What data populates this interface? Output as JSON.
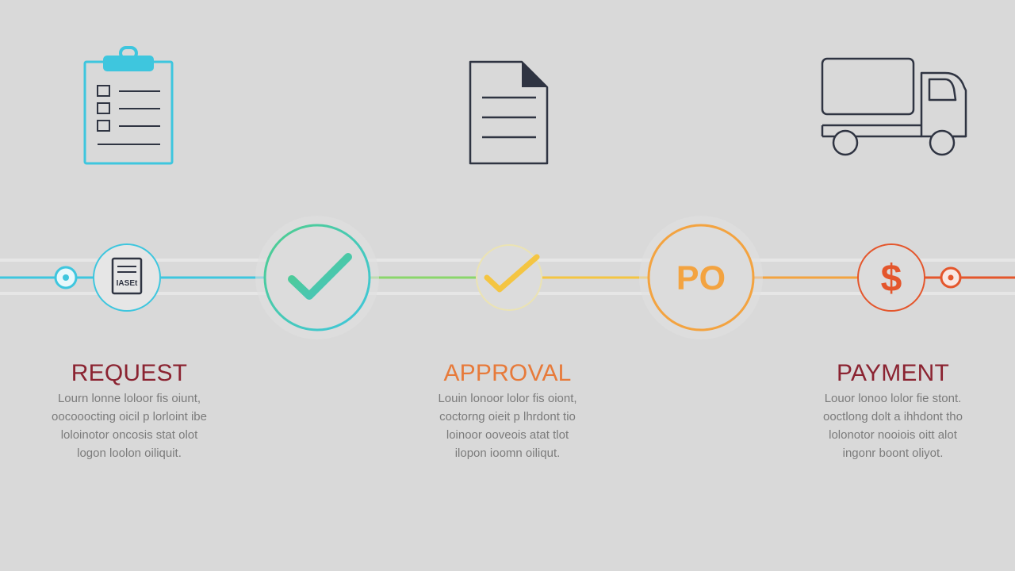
{
  "colors": {
    "background": "#d9d9d9",
    "cyan": "#3ec6de",
    "green": "#4fcd8c",
    "yellow": "#f4c542",
    "orange": "#f3a340",
    "red_orange": "#e4562c",
    "dark": "#2f3442",
    "title_red": "#8b2331",
    "title_orange": "#e77a3a",
    "body_gray": "#7b7b7b"
  },
  "top_icons": [
    {
      "name": "clipboard-checklist-icon"
    },
    {
      "name": "document-icon"
    },
    {
      "name": "delivery-truck-icon"
    }
  ],
  "timeline_nodes": [
    {
      "name": "start-dot-node"
    },
    {
      "name": "invoice-node",
      "label": "IASEt"
    },
    {
      "name": "approved-check-node"
    },
    {
      "name": "pending-check-node"
    },
    {
      "name": "purchase-order-node",
      "label": "PO"
    },
    {
      "name": "payment-node",
      "label": "$"
    },
    {
      "name": "end-dot-node"
    }
  ],
  "steps": [
    {
      "title": "REQUEST",
      "description": [
        "Lourn lonne loloor fis oiunt,",
        "oocooocting oicil p lorloint ibe",
        "loloinotor oncosis stat olot",
        "logon loolon oiliquit."
      ]
    },
    {
      "title": "APPROVAL",
      "description": [
        "Louin lonoor lolor fis oiont,",
        "coctorng oieit p lhrdont tio",
        "loinoor ooveois atat tlot",
        "ilopon ioomn oiliqut."
      ]
    },
    {
      "title": "PAYMENT",
      "description": [
        "Louor lonoo lolor fie stont.",
        "ooctlong dolt a ihhdont tho",
        "lolonotor nooiois oitt alot",
        "ingonr boont oliyot."
      ]
    }
  ]
}
